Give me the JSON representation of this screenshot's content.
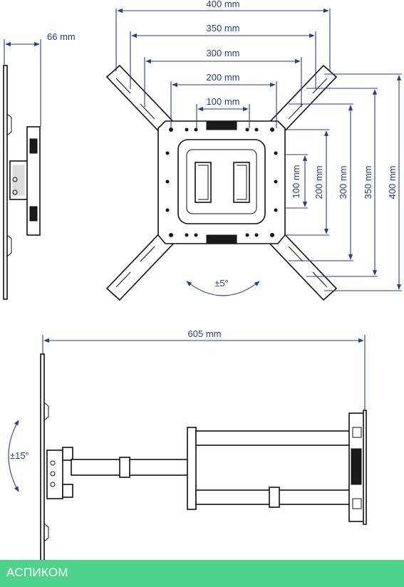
{
  "front_view": {
    "width_dims": [
      "400 mm",
      "350 mm",
      "300 mm",
      "200 mm",
      "100 mm"
    ],
    "height_dims": [
      "100 mm",
      "200 mm",
      "300 mm",
      "350 mm",
      "400 mm"
    ],
    "depth_dim": "66 mm",
    "rotation": "±5°"
  },
  "side_view": {
    "extension_dim": "605 mm",
    "tilt": "±15°"
  },
  "footer": {
    "brand": "АСПИКОМ",
    "color": "#4fd38a"
  },
  "colors": {
    "dimension": "#1f3f8f",
    "outline": "#111111"
  }
}
